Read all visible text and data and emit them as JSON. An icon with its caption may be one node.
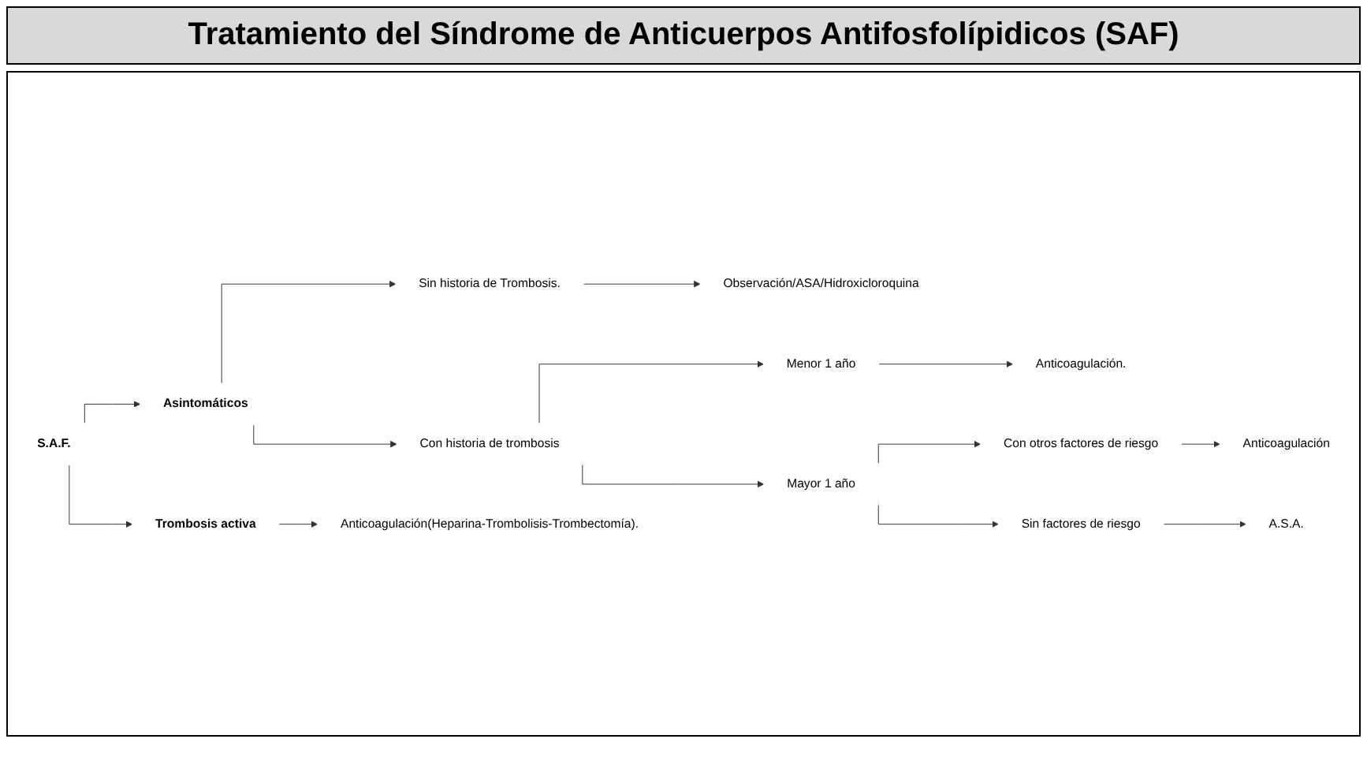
{
  "diagram": {
    "title": "Tratamiento del Síndrome de Anticuerpos Antifosfolípidicos (SAF)",
    "nodes": [
      {
        "text": [
          "S.A.F."
        ]
      },
      {
        "text": [
          "Asintomáticos"
        ]
      },
      {
        "text": [
          "Trombosis activa"
        ]
      },
      {
        "text": [
          "Sin historia de Trombosis."
        ]
      },
      {
        "text": [
          "Con historia de trombosis"
        ]
      },
      {
        "text": [
          "Observación/ASA/Hidroxicloroquina"
        ]
      },
      {
        "text": [
          "Menor 1 año"
        ]
      },
      {
        "text": [
          "Mayor 1 año"
        ]
      },
      {
        "text": [
          "Anticoagulación."
        ]
      },
      {
        "text": [
          "Con otros factores de riesgo"
        ]
      },
      {
        "text": [
          "Sin factores de riesgo"
        ]
      },
      {
        "text": [
          "Anticoagulación"
        ]
      },
      {
        "text": [
          "A.S.A."
        ]
      },
      {
        "text": [
          "Anticoagulación(Heparina-Trombolisis-Trombectomía)."
        ]
      }
    ],
    "edges": [
      {
        "from": 0,
        "to": 1,
        "arrow": "to"
      },
      {
        "from": 0,
        "to": 2,
        "arrow": "to"
      },
      {
        "from": 1,
        "to": 3,
        "arrow": "to"
      },
      {
        "from": 1,
        "to": 4,
        "arrow": "to"
      },
      {
        "from": 3,
        "to": 5,
        "arrow": "to"
      },
      {
        "from": 4,
        "to": 6,
        "arrow": "to"
      },
      {
        "from": 4,
        "to": 7,
        "arrow": "to"
      },
      {
        "from": 6,
        "to": 8,
        "arrow": "to"
      },
      {
        "from": 7,
        "to": 9,
        "arrow": "to"
      },
      {
        "from": 7,
        "to": 10,
        "arrow": "to"
      },
      {
        "from": 9,
        "to": 11,
        "arrow": "to"
      },
      {
        "from": 10,
        "to": 12,
        "arrow": "to"
      },
      {
        "from": 2,
        "to": 13,
        "arrow": "to"
      }
    ]
  }
}
